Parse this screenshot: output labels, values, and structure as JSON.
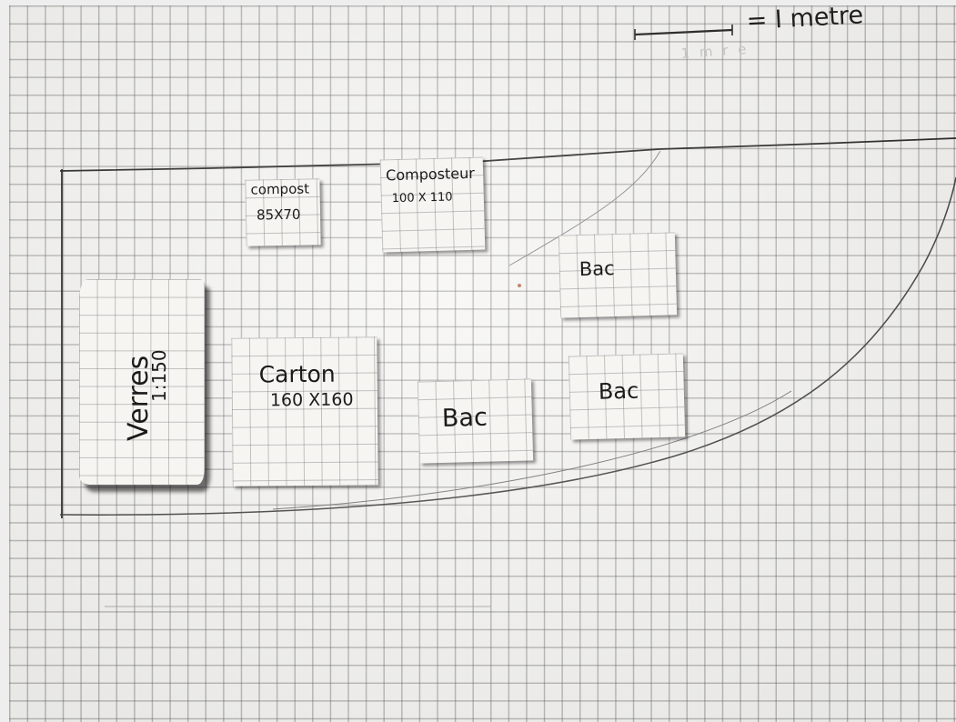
{
  "scale_legend": {
    "label": "= I metre",
    "faint_note": "1 m r e"
  },
  "cards": {
    "compost": {
      "name": "compost",
      "size": "85X70"
    },
    "composteur": {
      "name": "Composteur",
      "size": "100 X 110"
    },
    "verres": {
      "name": "Verres",
      "scale": "1:150"
    },
    "carton": {
      "name": "Carton",
      "size": "160 X160"
    },
    "bac_center": {
      "name": "Bac"
    },
    "bac_upper_right": {
      "name": "Bac"
    },
    "bac_lower_right": {
      "name": "Bac"
    }
  }
}
